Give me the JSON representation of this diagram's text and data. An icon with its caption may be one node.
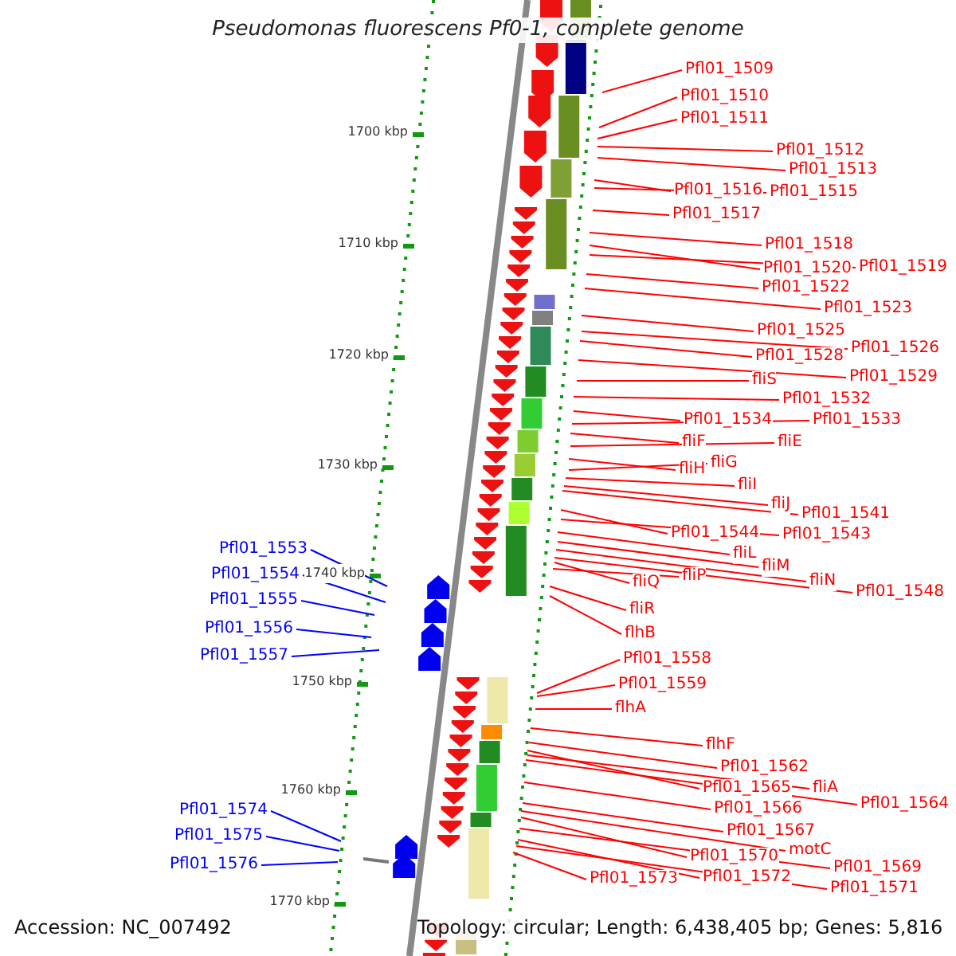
{
  "diagram": {
    "title": "Pseudomonas fluorescens Pf0-1, complete genome",
    "nodes": [
      {
        "text": [
          "Pfl01_1509"
        ]
      },
      {
        "text": [
          "Pfl01_1510"
        ]
      },
      {
        "text": [
          "Pfl01_1511"
        ]
      },
      {
        "text": [
          "Pfl01_1512"
        ]
      },
      {
        "text": [
          "Pfl01_1513"
        ]
      },
      {
        "text": [
          "Pfl01_1516"
        ]
      },
      {
        "text": [
          "Pfl01_1515"
        ]
      },
      {
        "text": [
          "Pfl01_1517"
        ]
      },
      {
        "text": [
          "Pfl01_1518"
        ]
      },
      {
        "text": [
          "Pfl01_1519"
        ]
      },
      {
        "text": [
          "Pfl01_1520"
        ]
      },
      {
        "text": [
          "Pfl01_1522"
        ]
      },
      {
        "text": [
          "Pfl01_1523"
        ]
      },
      {
        "text": [
          "Pfl01_1525"
        ]
      },
      {
        "text": [
          "Pfl01_1526"
        ]
      },
      {
        "text": [
          "Pfl01_1528"
        ]
      },
      {
        "text": [
          "Pfl01_1529"
        ]
      },
      {
        "text": [
          "fliS"
        ]
      },
      {
        "text": [
          "Pfl01_1532"
        ]
      },
      {
        "text": [
          "Pfl01_1534"
        ]
      },
      {
        "text": [
          "Pfl01_1533"
        ]
      },
      {
        "text": [
          "fliF"
        ]
      },
      {
        "text": [
          "fliE"
        ]
      },
      {
        "text": [
          "fliG"
        ]
      },
      {
        "text": [
          "fliH"
        ]
      },
      {
        "text": [
          "fliI"
        ]
      },
      {
        "text": [
          "fliJ"
        ]
      },
      {
        "text": [
          "Pfl01_1541"
        ]
      },
      {
        "text": [
          "Pfl01_1544"
        ]
      },
      {
        "text": [
          "Pfl01_1543"
        ]
      },
      {
        "text": [
          "Pfl01_1553"
        ]
      },
      {
        "text": [
          "fliL"
        ]
      },
      {
        "text": [
          "fliM"
        ]
      },
      {
        "text": [
          "Pfl01_1554"
        ]
      },
      {
        "text": [
          "fliP"
        ]
      },
      {
        "text": [
          "fliN"
        ]
      },
      {
        "text": [
          "fliQ"
        ]
      },
      {
        "text": [
          "Pfl01_1548"
        ]
      },
      {
        "text": [
          "Pfl01_1555"
        ]
      },
      {
        "text": [
          "fliR"
        ]
      },
      {
        "text": [
          "Pfl01_1556"
        ]
      },
      {
        "text": [
          "flhB"
        ]
      },
      {
        "text": [
          "Pfl01_1557"
        ]
      },
      {
        "text": [
          "Pfl01_1558"
        ]
      },
      {
        "text": [
          "Pfl01_1559"
        ]
      },
      {
        "text": [
          "flhA"
        ]
      },
      {
        "text": [
          "flhF"
        ]
      },
      {
        "text": [
          "Pfl01_1562"
        ]
      },
      {
        "text": [
          "Pfl01_1565"
        ]
      },
      {
        "text": [
          "fliA"
        ]
      },
      {
        "text": [
          "Pfl01_1564"
        ]
      },
      {
        "text": [
          "Pfl01_1566"
        ]
      },
      {
        "text": [
          "Pfl01_1574"
        ]
      },
      {
        "text": [
          "Pfl01_1567"
        ]
      },
      {
        "text": [
          "Pfl01_1575"
        ]
      },
      {
        "text": [
          "motC"
        ]
      },
      {
        "text": [
          "Pfl01_1570"
        ]
      },
      {
        "text": [
          "Pfl01_1576"
        ]
      },
      {
        "text": [
          "Pfl01_1569"
        ]
      },
      {
        "text": [
          "Pfl01_1572"
        ]
      },
      {
        "text": [
          "Pfl01_1573"
        ]
      },
      {
        "text": [
          "Pfl01_1571"
        ]
      }
    ],
    "edges": [
      {
        "from": 0,
        "to": null,
        "arrow": "none"
      },
      {
        "from": 1,
        "to": null,
        "arrow": "none"
      },
      {
        "from": 2,
        "to": null,
        "arrow": "none"
      },
      {
        "from": 3,
        "to": null,
        "arrow": "none"
      },
      {
        "from": 4,
        "to": null,
        "arrow": "none"
      },
      {
        "from": 5,
        "to": null,
        "arrow": "none"
      },
      {
        "from": 6,
        "to": null,
        "arrow": "none"
      },
      {
        "from": 7,
        "to": null,
        "arrow": "none"
      },
      {
        "from": 8,
        "to": null,
        "arrow": "none"
      },
      {
        "from": 9,
        "to": null,
        "arrow": "none"
      },
      {
        "from": 10,
        "to": null,
        "arrow": "none"
      },
      {
        "from": 11,
        "to": null,
        "arrow": "none"
      },
      {
        "from": 12,
        "to": null,
        "arrow": "none"
      },
      {
        "from": 13,
        "to": null,
        "arrow": "none"
      },
      {
        "from": 14,
        "to": null,
        "arrow": "none"
      },
      {
        "from": 15,
        "to": null,
        "arrow": "none"
      },
      {
        "from": 16,
        "to": null,
        "arrow": "none"
      },
      {
        "from": 17,
        "to": null,
        "arrow": "none"
      },
      {
        "from": 18,
        "to": null,
        "arrow": "none"
      },
      {
        "from": 19,
        "to": null,
        "arrow": "none"
      },
      {
        "from": 20,
        "to": null,
        "arrow": "none"
      },
      {
        "from": 21,
        "to": null,
        "arrow": "none"
      },
      {
        "from": 22,
        "to": null,
        "arrow": "none"
      },
      {
        "from": 23,
        "to": null,
        "arrow": "none"
      },
      {
        "from": 24,
        "to": null,
        "arrow": "none"
      },
      {
        "from": 25,
        "to": null,
        "arrow": "none"
      },
      {
        "from": 26,
        "to": null,
        "arrow": "none"
      },
      {
        "from": 27,
        "to": null,
        "arrow": "none"
      },
      {
        "from": 28,
        "to": null,
        "arrow": "none"
      },
      {
        "from": 29,
        "to": null,
        "arrow": "none"
      },
      {
        "from": 30,
        "to": null,
        "arrow": "none",
        "color": "#0000ff"
      },
      {
        "from": 31,
        "to": null,
        "arrow": "none"
      },
      {
        "from": 32,
        "to": null,
        "arrow": "none"
      },
      {
        "from": 33,
        "to": null,
        "arrow": "none",
        "color": "#0000ff"
      },
      {
        "from": 34,
        "to": null,
        "arrow": "none"
      },
      {
        "from": 35,
        "to": null,
        "arrow": "none"
      },
      {
        "from": 36,
        "to": null,
        "arrow": "none"
      },
      {
        "from": 37,
        "to": null,
        "arrow": "none"
      },
      {
        "from": 38,
        "to": null,
        "arrow": "none",
        "color": "#0000ff"
      },
      {
        "from": 39,
        "to": null,
        "arrow": "none"
      },
      {
        "from": 40,
        "to": null,
        "arrow": "none",
        "color": "#0000ff"
      },
      {
        "from": 41,
        "to": null,
        "arrow": "none"
      },
      {
        "from": 42,
        "to": null,
        "arrow": "none",
        "color": "#0000ff"
      },
      {
        "from": 43,
        "to": null,
        "arrow": "none"
      },
      {
        "from": 44,
        "to": null,
        "arrow": "none"
      },
      {
        "from": 45,
        "to": null,
        "arrow": "none"
      },
      {
        "from": 46,
        "to": null,
        "arrow": "none"
      },
      {
        "from": 47,
        "to": null,
        "arrow": "none"
      },
      {
        "from": 48,
        "to": null,
        "arrow": "none"
      },
      {
        "from": 49,
        "to": null,
        "arrow": "none"
      },
      {
        "from": 50,
        "to": null,
        "arrow": "none"
      },
      {
        "from": 51,
        "to": null,
        "arrow": "none"
      },
      {
        "from": 52,
        "to": null,
        "arrow": "none",
        "color": "#0000ff"
      },
      {
        "from": 53,
        "to": null,
        "arrow": "none"
      },
      {
        "from": 54,
        "to": null,
        "arrow": "none",
        "color": "#0000ff"
      },
      {
        "from": 55,
        "to": null,
        "arrow": "none"
      },
      {
        "from": 56,
        "to": null,
        "arrow": "none"
      },
      {
        "from": 57,
        "to": null,
        "arrow": "none",
        "color": "#0000ff"
      },
      {
        "from": 58,
        "to": null,
        "arrow": "none"
      },
      {
        "from": 59,
        "to": null,
        "arrow": "none"
      },
      {
        "from": 60,
        "to": null,
        "arrow": "none"
      },
      {
        "from": 61,
        "to": null,
        "arrow": "none"
      }
    ],
    "labels": [
      "1700 kbp",
      "1710 kbp",
      "1720 kbp",
      "1730 kbp",
      "1740 kbp",
      "1750 kbp",
      "1760 kbp",
      "1770 kbp",
      "Accession: NC_007492",
      "Topology: circular; Length: 6,438,405 bp; Genes: 5,816"
    ]
  }
}
